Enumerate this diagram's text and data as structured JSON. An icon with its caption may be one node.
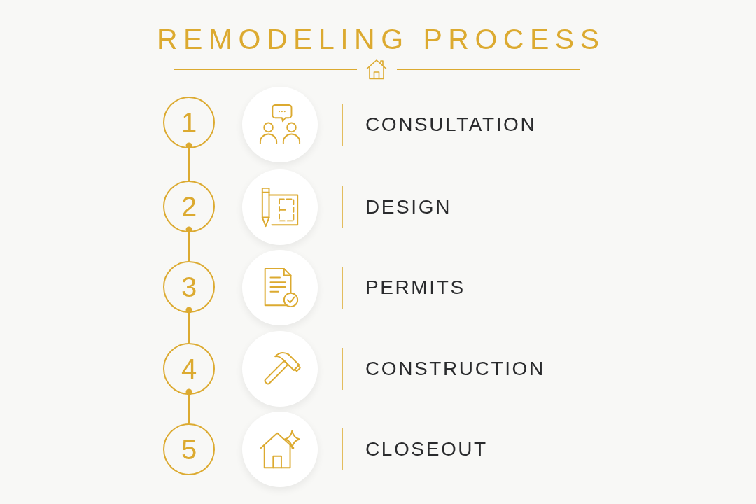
{
  "diagram": {
    "title": "REMODELING PROCESS",
    "nodes": [
      {
        "text": [
          "1"
        ]
      },
      {
        "text": [],
        "shape": "circle",
        "beside": [
          "CONSULTATION"
        ]
      },
      {
        "text": [
          "2"
        ]
      },
      {
        "text": [],
        "shape": "circle",
        "beside": [
          "DESIGN"
        ]
      },
      {
        "text": [
          "3"
        ]
      },
      {
        "text": [],
        "shape": "circle",
        "beside": [
          "PERMITS"
        ]
      },
      {
        "text": [
          "4"
        ]
      },
      {
        "text": [],
        "shape": "circle",
        "beside": [
          "CONSTRUCTION"
        ]
      },
      {
        "text": [
          "5"
        ]
      },
      {
        "text": [],
        "shape": "circle",
        "beside": [
          "CLOSEOUT"
        ]
      }
    ],
    "edges": [
      {
        "from": 0,
        "to": 2,
        "arrow": "other"
      },
      {
        "from": 2,
        "to": 4,
        "arrow": "other"
      },
      {
        "from": 4,
        "to": 6,
        "arrow": "other"
      },
      {
        "from": 6,
        "to": 8,
        "arrow": "other"
      }
    ]
  }
}
